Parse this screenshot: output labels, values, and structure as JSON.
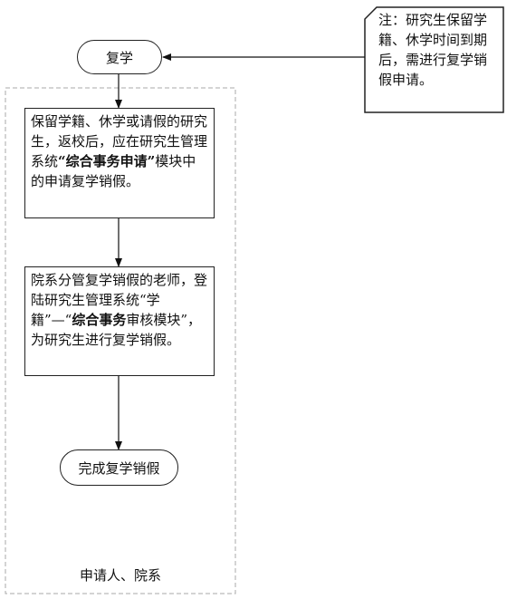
{
  "start": {
    "label": "复学"
  },
  "note": {
    "label": "注：研究生保留学籍、休学时间到期后，需进行复学销假申请。"
  },
  "step1": {
    "p1": "保留学籍、休学或请假的研究生，返校后，应在研究生管理系统",
    "b1": "“综合事务申请”",
    "p2": "模块中的申请复学销假。"
  },
  "step2": {
    "p1": "院系分管复学销假的老师，登陆研究生管理系统“学籍”—“",
    "b1": "综合事务",
    "p2": "审核模块”，为研究生进行复学销假。"
  },
  "end": {
    "label": "完成复学销假"
  },
  "lane": {
    "label": "申请人、院系"
  }
}
